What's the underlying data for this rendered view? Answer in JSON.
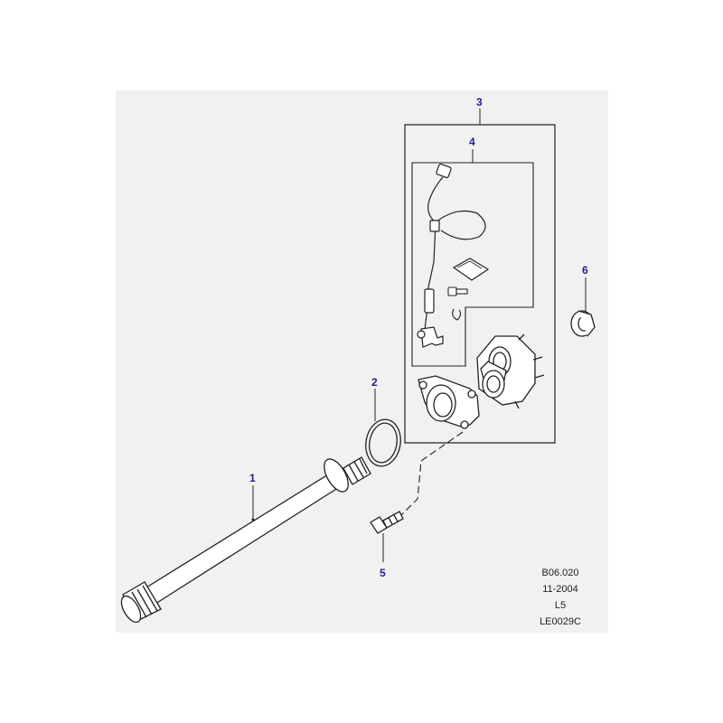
{
  "callouts": {
    "c1": "1",
    "c2": "2",
    "c3": "3",
    "c4": "4",
    "c5": "5",
    "c6": "6"
  },
  "reference": {
    "code": "B06.020",
    "date": "11-2004",
    "model": "L5",
    "illustration": "LE0029C"
  },
  "colors": {
    "panel_bg": "#f1f1f1",
    "callout": "#1f1f8f",
    "line": "#222222"
  }
}
